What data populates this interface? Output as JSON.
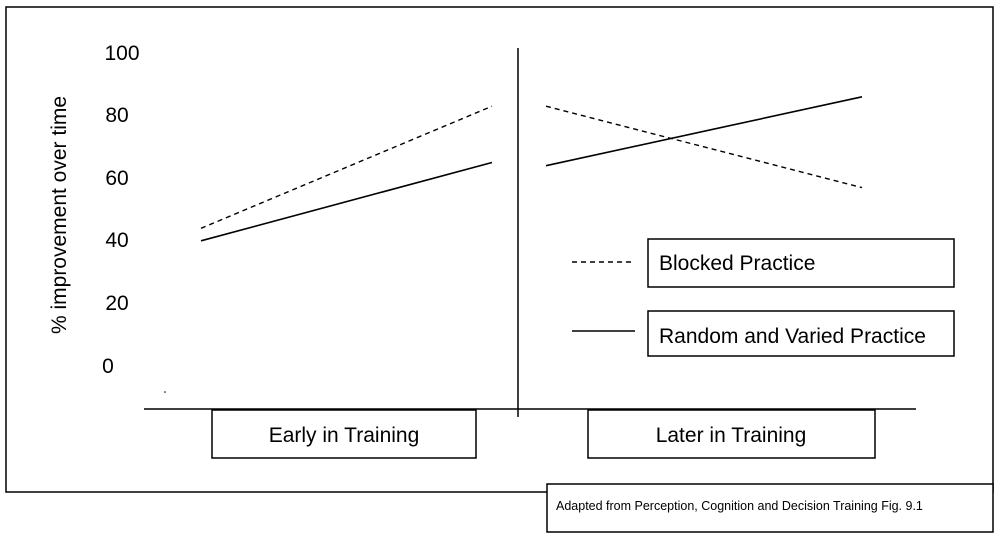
{
  "chart_data": {
    "type": "line",
    "title": "",
    "ylabel": "% improvement over time",
    "xlabel": "",
    "ylim": [
      0,
      100
    ],
    "yticks": [
      "100",
      "80",
      "60",
      "40",
      "20",
      "0"
    ],
    "panels": [
      {
        "category": "Early in Training",
        "series": [
          {
            "name": "Blocked Practice",
            "x": [
              0,
              1
            ],
            "y": [
              44,
              83
            ]
          },
          {
            "name": "Random and Varied Practice",
            "x": [
              0,
              1
            ],
            "y": [
              40,
              65
            ]
          }
        ]
      },
      {
        "category": "Later in Training",
        "series": [
          {
            "name": "Blocked Practice",
            "x": [
              0,
              1
            ],
            "y": [
              83,
              57
            ]
          },
          {
            "name": "Random and Varied Practice",
            "x": [
              0,
              1
            ],
            "y": [
              64,
              86
            ]
          }
        ]
      }
    ],
    "legend": [
      {
        "label": "Blocked Practice",
        "style": "dashed"
      },
      {
        "label": "Random and Varied Practice",
        "style": "solid"
      }
    ],
    "legend_position": "right",
    "grid": false,
    "caption": "Adapted from Perception, Cognition and Decision Training Fig. 9.1",
    "colors": {
      "line": "#000000",
      "background": "#ffffff"
    }
  }
}
